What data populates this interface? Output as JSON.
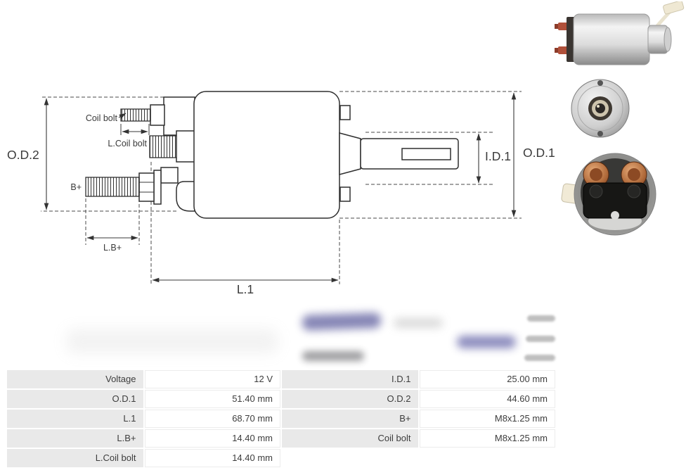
{
  "diagram": {
    "labels": {
      "od2": "O.D.2",
      "od1": "O.D.1",
      "id1": "I.D.1",
      "l1": "L.1",
      "b_plus": "B+",
      "l_b_plus": "L.B+",
      "coil_bolt": "Coil bolt",
      "l_coil_bolt": "L.Coil bolt"
    }
  },
  "table": {
    "rows": [
      {
        "label_left": "Voltage",
        "value_left": "12 V",
        "label_right": "I.D.1",
        "value_right": "25.00 mm"
      },
      {
        "label_left": "O.D.1",
        "value_left": "51.40 mm",
        "label_right": "O.D.2",
        "value_right": "44.60 mm"
      },
      {
        "label_left": "L.1",
        "value_left": "68.70 mm",
        "label_right": "B+",
        "value_right": "M8x1.25 mm"
      },
      {
        "label_left": "L.B+",
        "value_left": "14.40 mm",
        "label_right": "Coil bolt",
        "value_right": "M8x1.25 mm"
      },
      {
        "label_left": "L.Coil bolt",
        "value_left": "14.40 mm",
        "label_right": "",
        "value_right": ""
      }
    ]
  }
}
